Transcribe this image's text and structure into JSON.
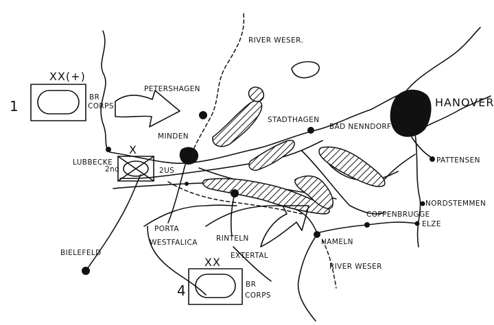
{
  "labels": {
    "river_weser_north": "RIVER WESER.",
    "river_weser_south": "RIVER WESER",
    "petershagen": "PETERSHAGEN",
    "minden": "MINDEN",
    "stadthagen": "STADTHAGEN",
    "bad_nenndorf": "BAD NENNDORF",
    "hanover": "HANOVER",
    "pattensen": "PATTENSEN",
    "nordstemmen": "NORDSTEMMEN",
    "elze": "ELZE",
    "coppenbrugge": "COPPENBRUGGE",
    "hameln": "HAMELN",
    "rinteln": "RINTELN",
    "extertal": "EXTERTAL",
    "porta_westfalica": [
      "PORTA",
      "WESTFALICA"
    ],
    "bielefeld": "BIELEFELD",
    "lubbecke": "LUBBECKE",
    "two_us": "2US"
  },
  "units": {
    "br1": {
      "echelon": "XX(+)",
      "number": "1",
      "designation": [
        "BR",
        "CORPS"
      ]
    },
    "br4": {
      "echelon": "XX",
      "number": "4",
      "designation": [
        "BR",
        "CORPS"
      ]
    },
    "us2": {
      "echelon": "X",
      "designation": "2nd"
    }
  }
}
